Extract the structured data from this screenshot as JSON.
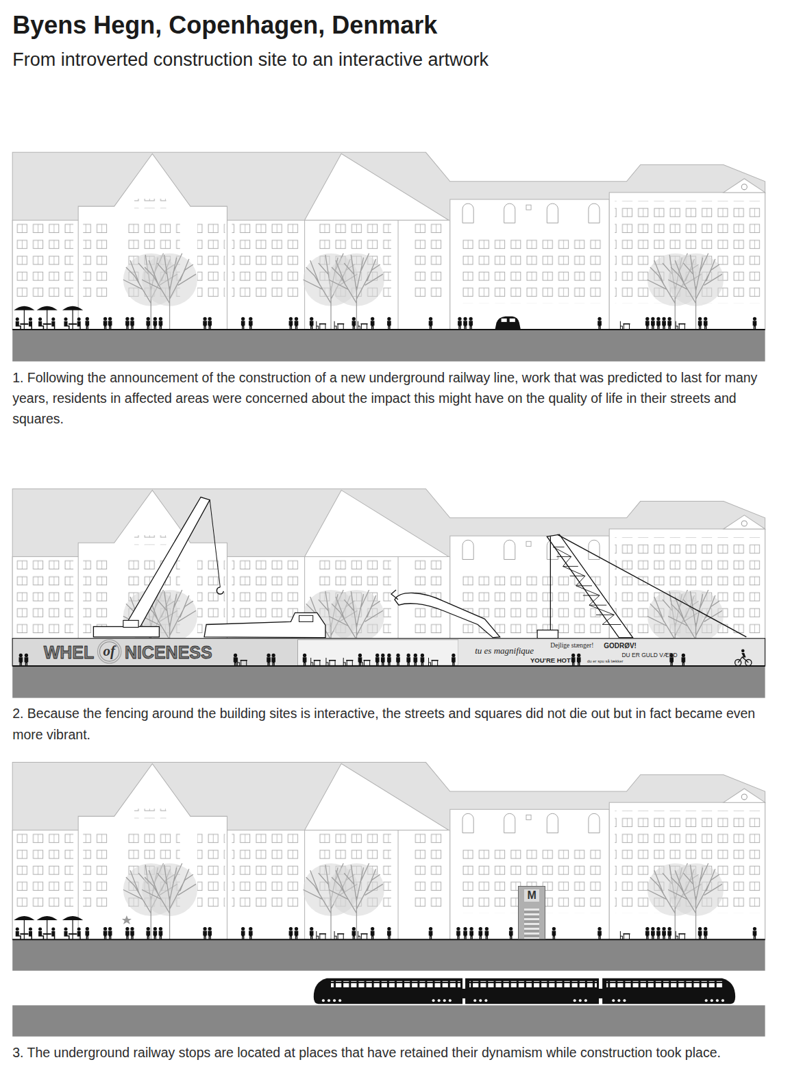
{
  "diagram": {
    "title": "Byens Hegn, Copenhagen, Denmark",
    "nodes": [
      {
        "text": [
          "WHEL",
          "of",
          "NICENESS",
          "tu es magnifique",
          "Dejlige stænger!",
          "GODRØV!",
          "YOU'RE HOT",
          "du er spu så lækker",
          "DU ER GULD VÆRD"
        ]
      },
      {
        "text": [
          "M"
        ]
      }
    ],
    "labels": [
      "From introverted construction site to an interactive artwork",
      "1. Following the announcement of the construction of a new underground railway line, work that was predicted to last for many years, residents in affected areas were concerned about the impact this might have on the quality of life in their streets and squares.",
      "2. Because the fencing around the building sites is interactive, the streets and squares did not die out but in fact became even more vibrant.",
      "3. The underground railway stops are located at places that have retained their dynamism while construction took place."
    ]
  }
}
